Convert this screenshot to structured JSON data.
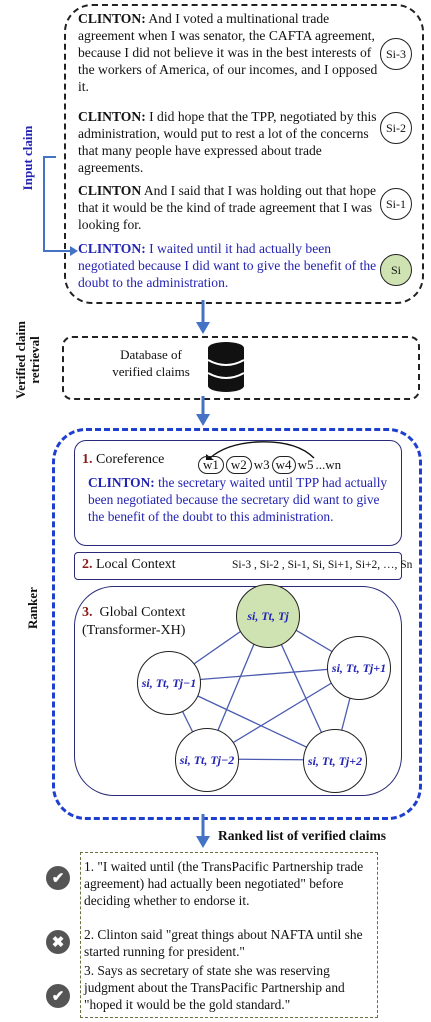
{
  "input": {
    "side_label": "Input claim",
    "utterances": [
      {
        "speaker": "CLINTON:",
        "text": " And I voted a multinational trade agreement when I was senator, the CAFTA agreement, because I did not believe it was in the best interests of the workers of America, of our incomes, and I opposed it.",
        "node": "Si-3"
      },
      {
        "speaker": "CLINTON:",
        "text": " I did hope that the TPP, negotiated by this administration,  would put to rest a lot of the concerns that many people have expressed about trade agreements.",
        "node": "Si-2"
      },
      {
        "speaker": "CLINTON",
        "text": " And I said that I was holding out that hope that it would be the kind of trade agreement that I was looking for.",
        "node": "Si-1"
      },
      {
        "speaker": "CLINTON:",
        "text": " I waited until it had actually been negotiated because I did want to give the benefit of the doubt to the administration.",
        "node": "Si"
      }
    ]
  },
  "retrieval": {
    "side_label": "Verified claim retrieval",
    "db_label_line1": "Database of",
    "db_label_line2": "verified claims"
  },
  "ranker": {
    "side_label": "Ranker",
    "coref": {
      "num": "1.",
      "title": "Coreference",
      "tokens": [
        "w1",
        "w2",
        "w3",
        "w4",
        "w5",
        "...wn"
      ],
      "speaker": "CLINTON:",
      "text": " the secretary waited until TPP had actually been negotiated because the secretary did want to give the benefit of the doubt to this administration."
    },
    "local": {
      "num": "2.",
      "title": "Local Context",
      "sequence": "Si-3 , Si-2 , Si-1, Si, Si+1, Si+2, …, Sn"
    },
    "global": {
      "num": "3.",
      "title": "Global Context",
      "subtitle": "(Transformer-XH)",
      "nodes": [
        "si, Tt, Tj",
        "si, Tt, Tj−1",
        "si, Tt, Tj+1",
        "si, Tt, Tj−2",
        "si, Tt, Tj+2"
      ]
    }
  },
  "results": {
    "title": "Ranked list of verified claims",
    "items": [
      {
        "status": "correct",
        "text": "1. \"I waited until (the TransPacific Partnership trade agreement) had actually been negotiated\" before deciding whether to endorse it."
      },
      {
        "status": "incorrect",
        "text": "2. Clinton said \"great things about NAFTA until she started running for president.\""
      },
      {
        "status": "correct",
        "text": "3. Says as secretary of state she was reserving judgment about the TransPacific Partnership and \"hoped it would be the gold standard.\""
      }
    ]
  },
  "colors": {
    "blue": "#2323b4",
    "dark_red": "#8b1a1a",
    "arrow": "#4472c4",
    "green": "#cfe3b2"
  }
}
